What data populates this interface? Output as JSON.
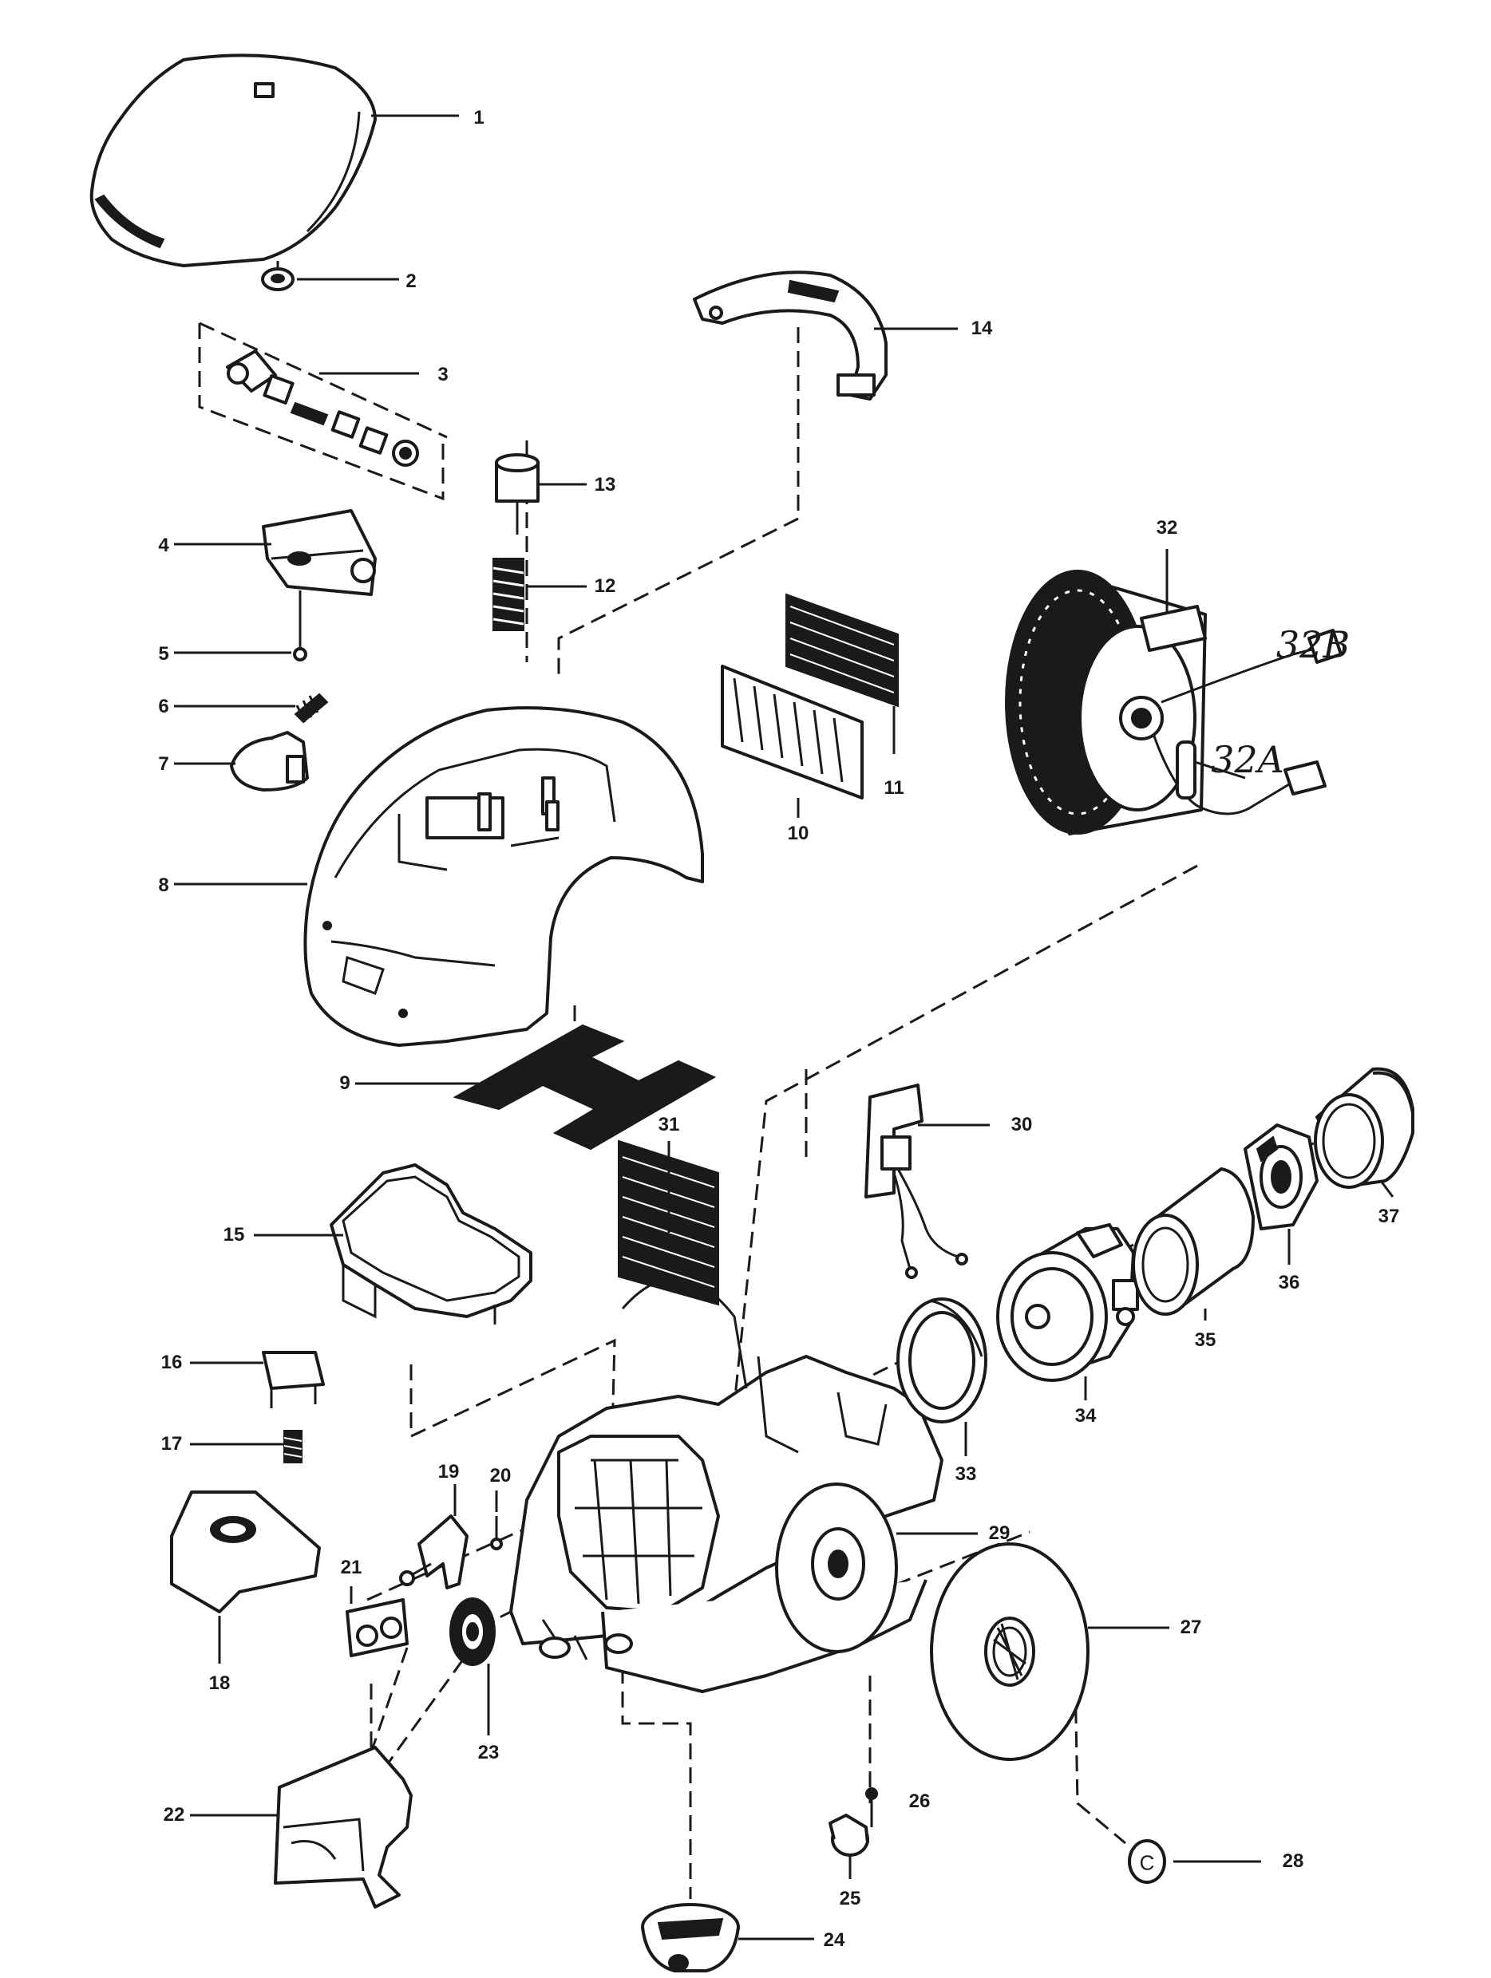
{
  "part_labels": [
    "1",
    "2",
    "3",
    "4",
    "5",
    "6",
    "7",
    "8",
    "9",
    "10",
    "11",
    "12",
    "13",
    "14",
    "15",
    "16",
    "17",
    "18",
    "19",
    "20",
    "21",
    "22",
    "23",
    "24",
    "25",
    "26",
    "27",
    "28",
    "29",
    "30",
    "31",
    "32",
    "33",
    "34",
    "35",
    "36",
    "37"
  ],
  "handwritten_labels": [
    "32B",
    "32A"
  ],
  "cap_letter": "C"
}
